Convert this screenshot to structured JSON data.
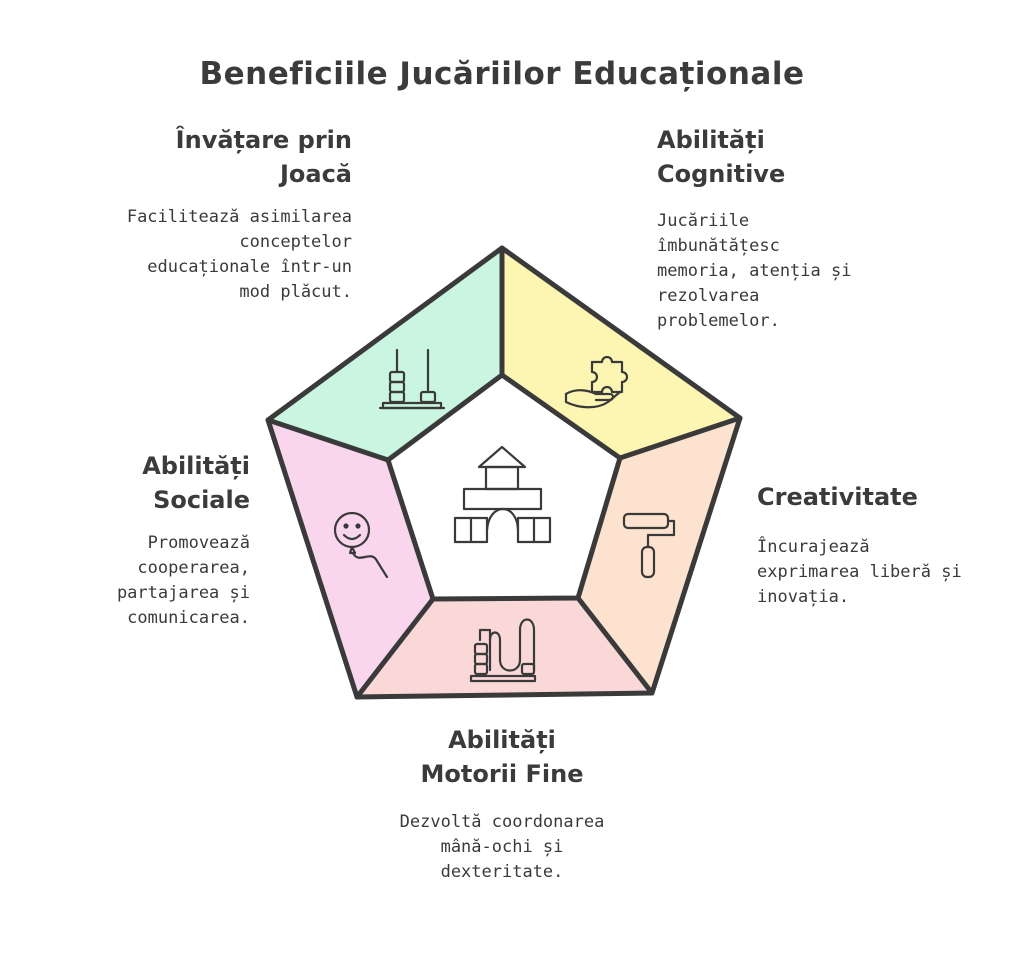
{
  "title": "Beneficiile Jucăriilor Educaționale",
  "colors": {
    "learning": "#c9f5e1",
    "cognitive": "#fdf6b3",
    "creativity": "#fde3cf",
    "motor": "#fbd8d8",
    "social": "#fad6ee",
    "outline": "#3a3a3a"
  },
  "sections": {
    "learning": {
      "heading_line1": "Învățare prin",
      "heading_line2": "Joacă",
      "desc_line1": "Facilitează asimilarea",
      "desc_line2": "conceptelor",
      "desc_line3": "educaționale într-un",
      "desc_line4": "mod plăcut.",
      "icon": "abacus-icon"
    },
    "cognitive": {
      "heading_line1": "Abilități",
      "heading_line2": "Cognitive",
      "desc_line1": "Jucăriile",
      "desc_line2": "îmbunătățesc",
      "desc_line3": "memoria, atenția și",
      "desc_line4": "rezolvarea",
      "desc_line5": "problemelor.",
      "icon": "puzzle-hand-icon"
    },
    "creativity": {
      "heading_line1": "Creativitate",
      "desc_line1": "Încurajează",
      "desc_line2": "exprimarea liberă și",
      "desc_line3": "inovația.",
      "icon": "paint-roller-icon"
    },
    "motor": {
      "heading_line1": "Abilități",
      "heading_line2": "Motorii Fine",
      "desc_line1": "Dezvoltă coordonarea",
      "desc_line2": "mână-ochi și",
      "desc_line3": "dexteritate.",
      "icon": "bead-maze-icon"
    },
    "social": {
      "heading_line1": "Abilități",
      "heading_line2": "Sociale",
      "desc_line1": "Promovează",
      "desc_line2": "cooperarea,",
      "desc_line3": "partajarea și",
      "desc_line4": "comunicarea.",
      "icon": "smiley-balloon-icon"
    }
  },
  "center_icon": "building-blocks-icon"
}
